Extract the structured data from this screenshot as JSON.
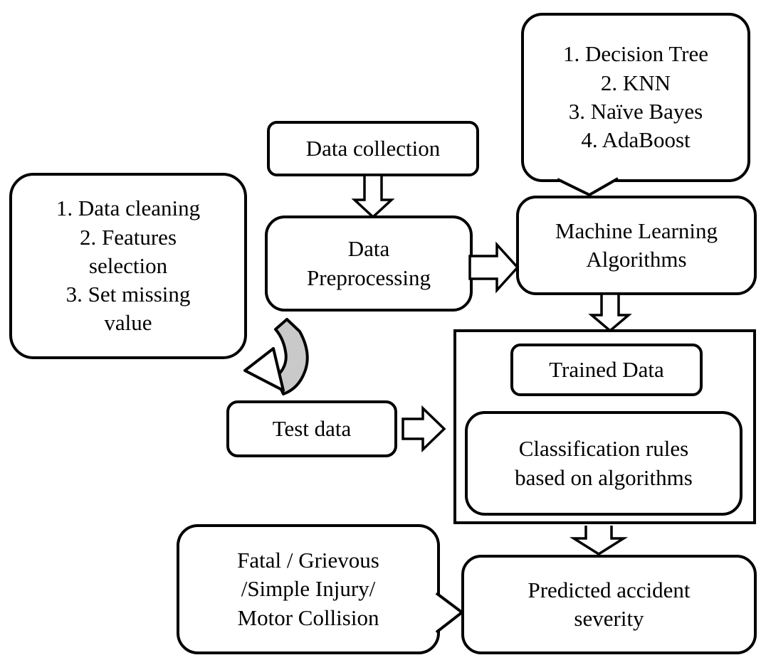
{
  "diagram": {
    "type": "flowchart",
    "background": "#ffffff",
    "stroke_color": "#000000",
    "curved_arrow_fill": "#c9c9c9",
    "nodes": {
      "algorithms_callout": {
        "shape": "speech-bubble",
        "lines": [
          "1. Decision Tree",
          "2. KNN",
          "3. Naïve Bayes",
          "4. AdaBoost"
        ]
      },
      "data_collection": {
        "shape": "rounded-rect",
        "label": "Data collection"
      },
      "preprocessing_steps": {
        "shape": "rounded-rect",
        "lines": [
          "1. Data cleaning",
          "2. Features selection",
          "3. Set missing value"
        ]
      },
      "data_preprocessing": {
        "shape": "rounded-rect",
        "label": "Data Preprocessing"
      },
      "ml_algorithms": {
        "shape": "rounded-rect",
        "label": "Machine Learning Algorithms"
      },
      "training_container": {
        "shape": "rect",
        "label": ""
      },
      "trained_data": {
        "shape": "rounded-rect",
        "label": "Trained Data"
      },
      "classification_rules": {
        "shape": "rounded-rect",
        "label": "Classification rules based on algorithms"
      },
      "test_data": {
        "shape": "rounded-rect",
        "label": "Test data"
      },
      "severity_callout": {
        "shape": "speech-bubble",
        "lines": [
          "Fatal / Grievous",
          "/Simple Injury/",
          "Motor Collision"
        ]
      },
      "predicted_severity": {
        "shape": "rounded-rect",
        "label": "Predicted accident severity"
      }
    },
    "connections": [
      {
        "from": "Data collection",
        "to": "Data Preprocessing",
        "type": "block-arrow-down"
      },
      {
        "from": "Data Preprocessing",
        "to": "Machine Learning Algorithms",
        "type": "block-arrow-right"
      },
      {
        "from": "algorithms_callout",
        "to": "Machine Learning Algorithms",
        "type": "callout-pointer"
      },
      {
        "from": "Machine Learning Algorithms",
        "to": "training_container",
        "type": "block-arrow-down"
      },
      {
        "from": "Data Preprocessing",
        "to": "preprocessing_steps",
        "type": "curved-feedback-arrow"
      },
      {
        "from": "Test data",
        "to": "training_container",
        "type": "block-arrow-right"
      },
      {
        "from": "training_container",
        "to": "Predicted accident severity",
        "type": "block-arrow-down"
      },
      {
        "from": "severity_callout",
        "to": "Predicted accident severity",
        "type": "callout-pointer"
      }
    ]
  }
}
